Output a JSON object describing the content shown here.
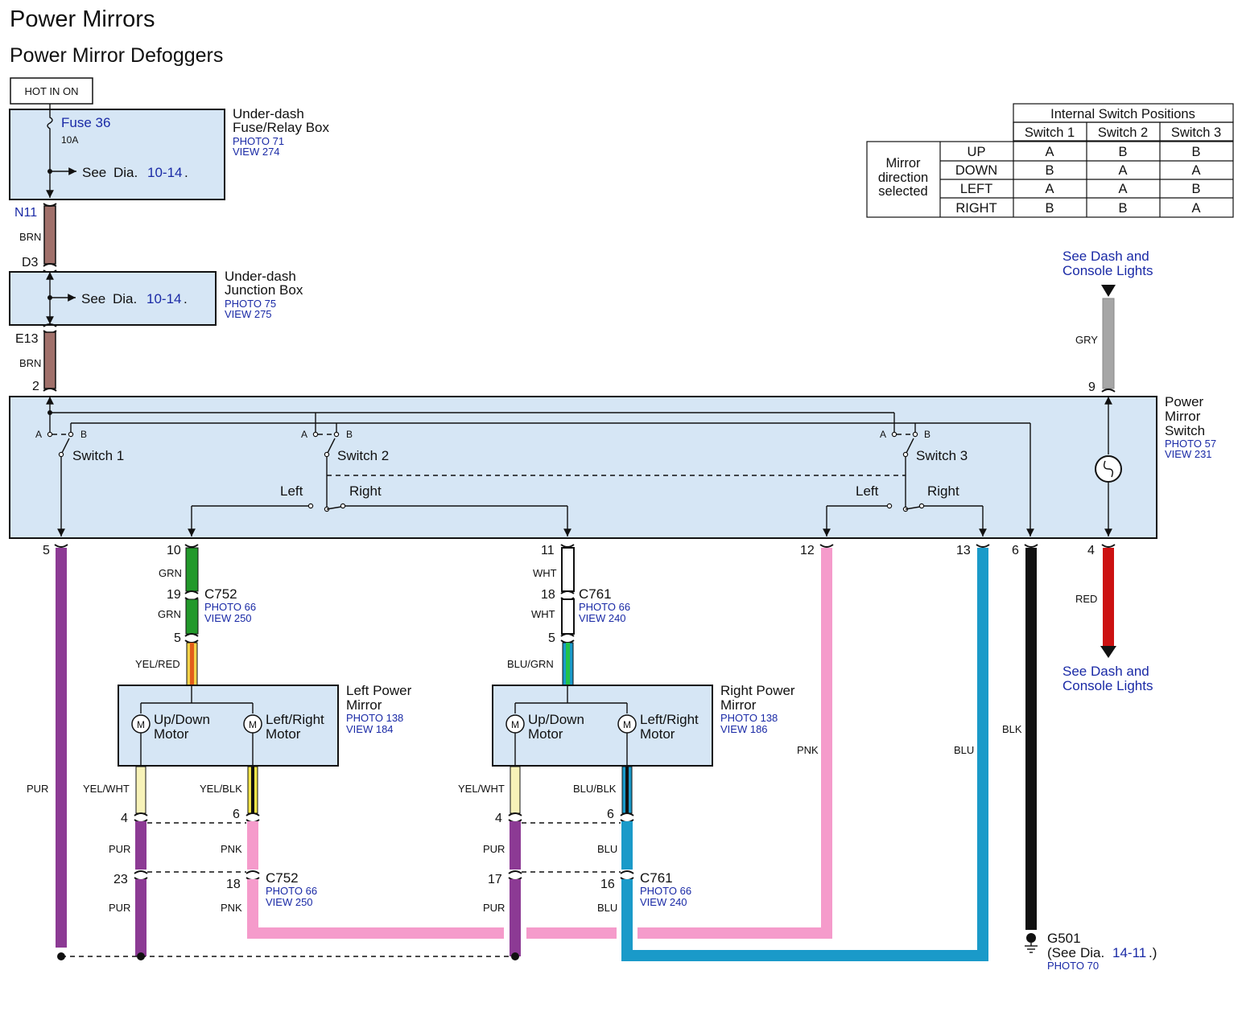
{
  "titles": {
    "main": "Power Mirrors",
    "sub": "Power Mirror Defoggers"
  },
  "hot_label": "HOT IN ON",
  "fuse_box": {
    "fuse": "Fuse 36",
    "amps": "10A",
    "see": "See",
    "dia": "Dia.",
    "dia_ref": "10-14",
    "name_l1": "Under-dash",
    "name_l2": "Fuse/Relay Box",
    "photo": "PHOTO 71",
    "view": "VIEW 274"
  },
  "junction_box": {
    "see": "See",
    "dia": "Dia.",
    "dia_ref": "10-14",
    "name_l1": "Under-dash",
    "name_l2": "Junction Box",
    "photo": "PHOTO 75",
    "view": "VIEW 275"
  },
  "power_switch": {
    "name_l1": "Power",
    "name_l2": "Mirror",
    "name_l3": "Switch",
    "photo": "PHOTO 57",
    "view": "VIEW 231",
    "switch1": "Switch 1",
    "switch2": "Switch 2",
    "switch3": "Switch 3",
    "pos_a": "A",
    "pos_b": "B",
    "left": "Left",
    "right": "Right"
  },
  "dash_lights": {
    "l1": "See Dash and",
    "l2": "Console Lights"
  },
  "left_mirror": {
    "name_l1": "Left Power",
    "name_l2": "Mirror",
    "photo": "PHOTO 138",
    "view": "VIEW 184",
    "m1_l1": "Up/Down",
    "m1_l2": "Motor",
    "m2_l1": "Left/Right",
    "m2_l2": "Motor",
    "motor_symbol": "M"
  },
  "right_mirror": {
    "name_l1": "Right Power",
    "name_l2": "Mirror",
    "photo": "PHOTO 138",
    "view": "VIEW 186",
    "m1_l1": "Up/Down",
    "m1_l2": "Motor",
    "m2_l1": "Left/Right",
    "m2_l2": "Motor",
    "motor_symbol": "M"
  },
  "connectors": {
    "c752": {
      "name": "C752",
      "photo": "PHOTO 66",
      "view": "VIEW 250"
    },
    "c761": {
      "name": "C761",
      "photo": "PHOTO 66",
      "view": "VIEW 240"
    }
  },
  "ground": {
    "name": "G501",
    "see": "(See",
    "dia": "Dia.",
    "dia_ref": "14-11",
    "close": ".)",
    "photo": "PHOTO 70"
  },
  "pins": {
    "n11": "N11",
    "d3": "D3",
    "e13": "E13",
    "p2": "2",
    "p9": "9",
    "p5": "5",
    "p10": "10",
    "p11": "11",
    "p12": "12",
    "p13": "13",
    "p6": "6",
    "p4": "4",
    "p19": "19",
    "p5b": "5",
    "p18": "18",
    "p5c": "5",
    "l4": "4",
    "l6": "6",
    "l23": "23",
    "l18": "18",
    "r4": "4",
    "r6": "6",
    "r17": "17",
    "r16": "16"
  },
  "wires": {
    "brn1": "BRN",
    "brn2": "BRN",
    "gry": "GRY",
    "red": "RED",
    "pur_main": "PUR",
    "grn1": "GRN",
    "grn2": "GRN",
    "yel_red": "YEL/RED",
    "wht1": "WHT",
    "wht2": "WHT",
    "blu_grn": "BLU/GRN",
    "pnk_main": "PNK",
    "blu_main": "BLU",
    "blk": "BLK",
    "l_yel_wht": "YEL/WHT",
    "l_yel_blk": "YEL/BLK",
    "l_pur1": "PUR",
    "l_pnk1": "PNK",
    "l_pur2": "PUR",
    "l_pnk2": "PNK",
    "r_yel_wht": "YEL/WHT",
    "r_blu_blk": "BLU/BLK",
    "r_pur1": "PUR",
    "r_blu1": "BLU",
    "r_pur2": "PUR",
    "r_blu2": "BLU"
  },
  "switch_table": {
    "header": "Internal Switch Positions",
    "columns": [
      "Switch 1",
      "Switch 2",
      "Switch 3"
    ],
    "row_group_l1": "Mirror",
    "row_group_l2": "direction",
    "row_group_l3": "selected",
    "rows": [
      {
        "dir": "UP",
        "values": [
          "A",
          "B",
          "B"
        ]
      },
      {
        "dir": "DOWN",
        "values": [
          "B",
          "A",
          "A"
        ]
      },
      {
        "dir": "LEFT",
        "values": [
          "A",
          "A",
          "B"
        ]
      },
      {
        "dir": "RIGHT",
        "values": [
          "B",
          "B",
          "A"
        ]
      }
    ]
  },
  "colors": {
    "box_fill": "#d6e6f5",
    "link": "#1a2aa6",
    "brn": "#a0706a",
    "gry": "#a6a6a6",
    "red": "#cc1111",
    "pur": "#8c3a94",
    "grn": "#22992b",
    "pnk": "#f59bcb",
    "blu": "#1a9ac9",
    "blk": "#111111",
    "wht": "#ffffff",
    "yel": "#f7f2b8",
    "yel_red_stripe": "#e25d1a"
  }
}
